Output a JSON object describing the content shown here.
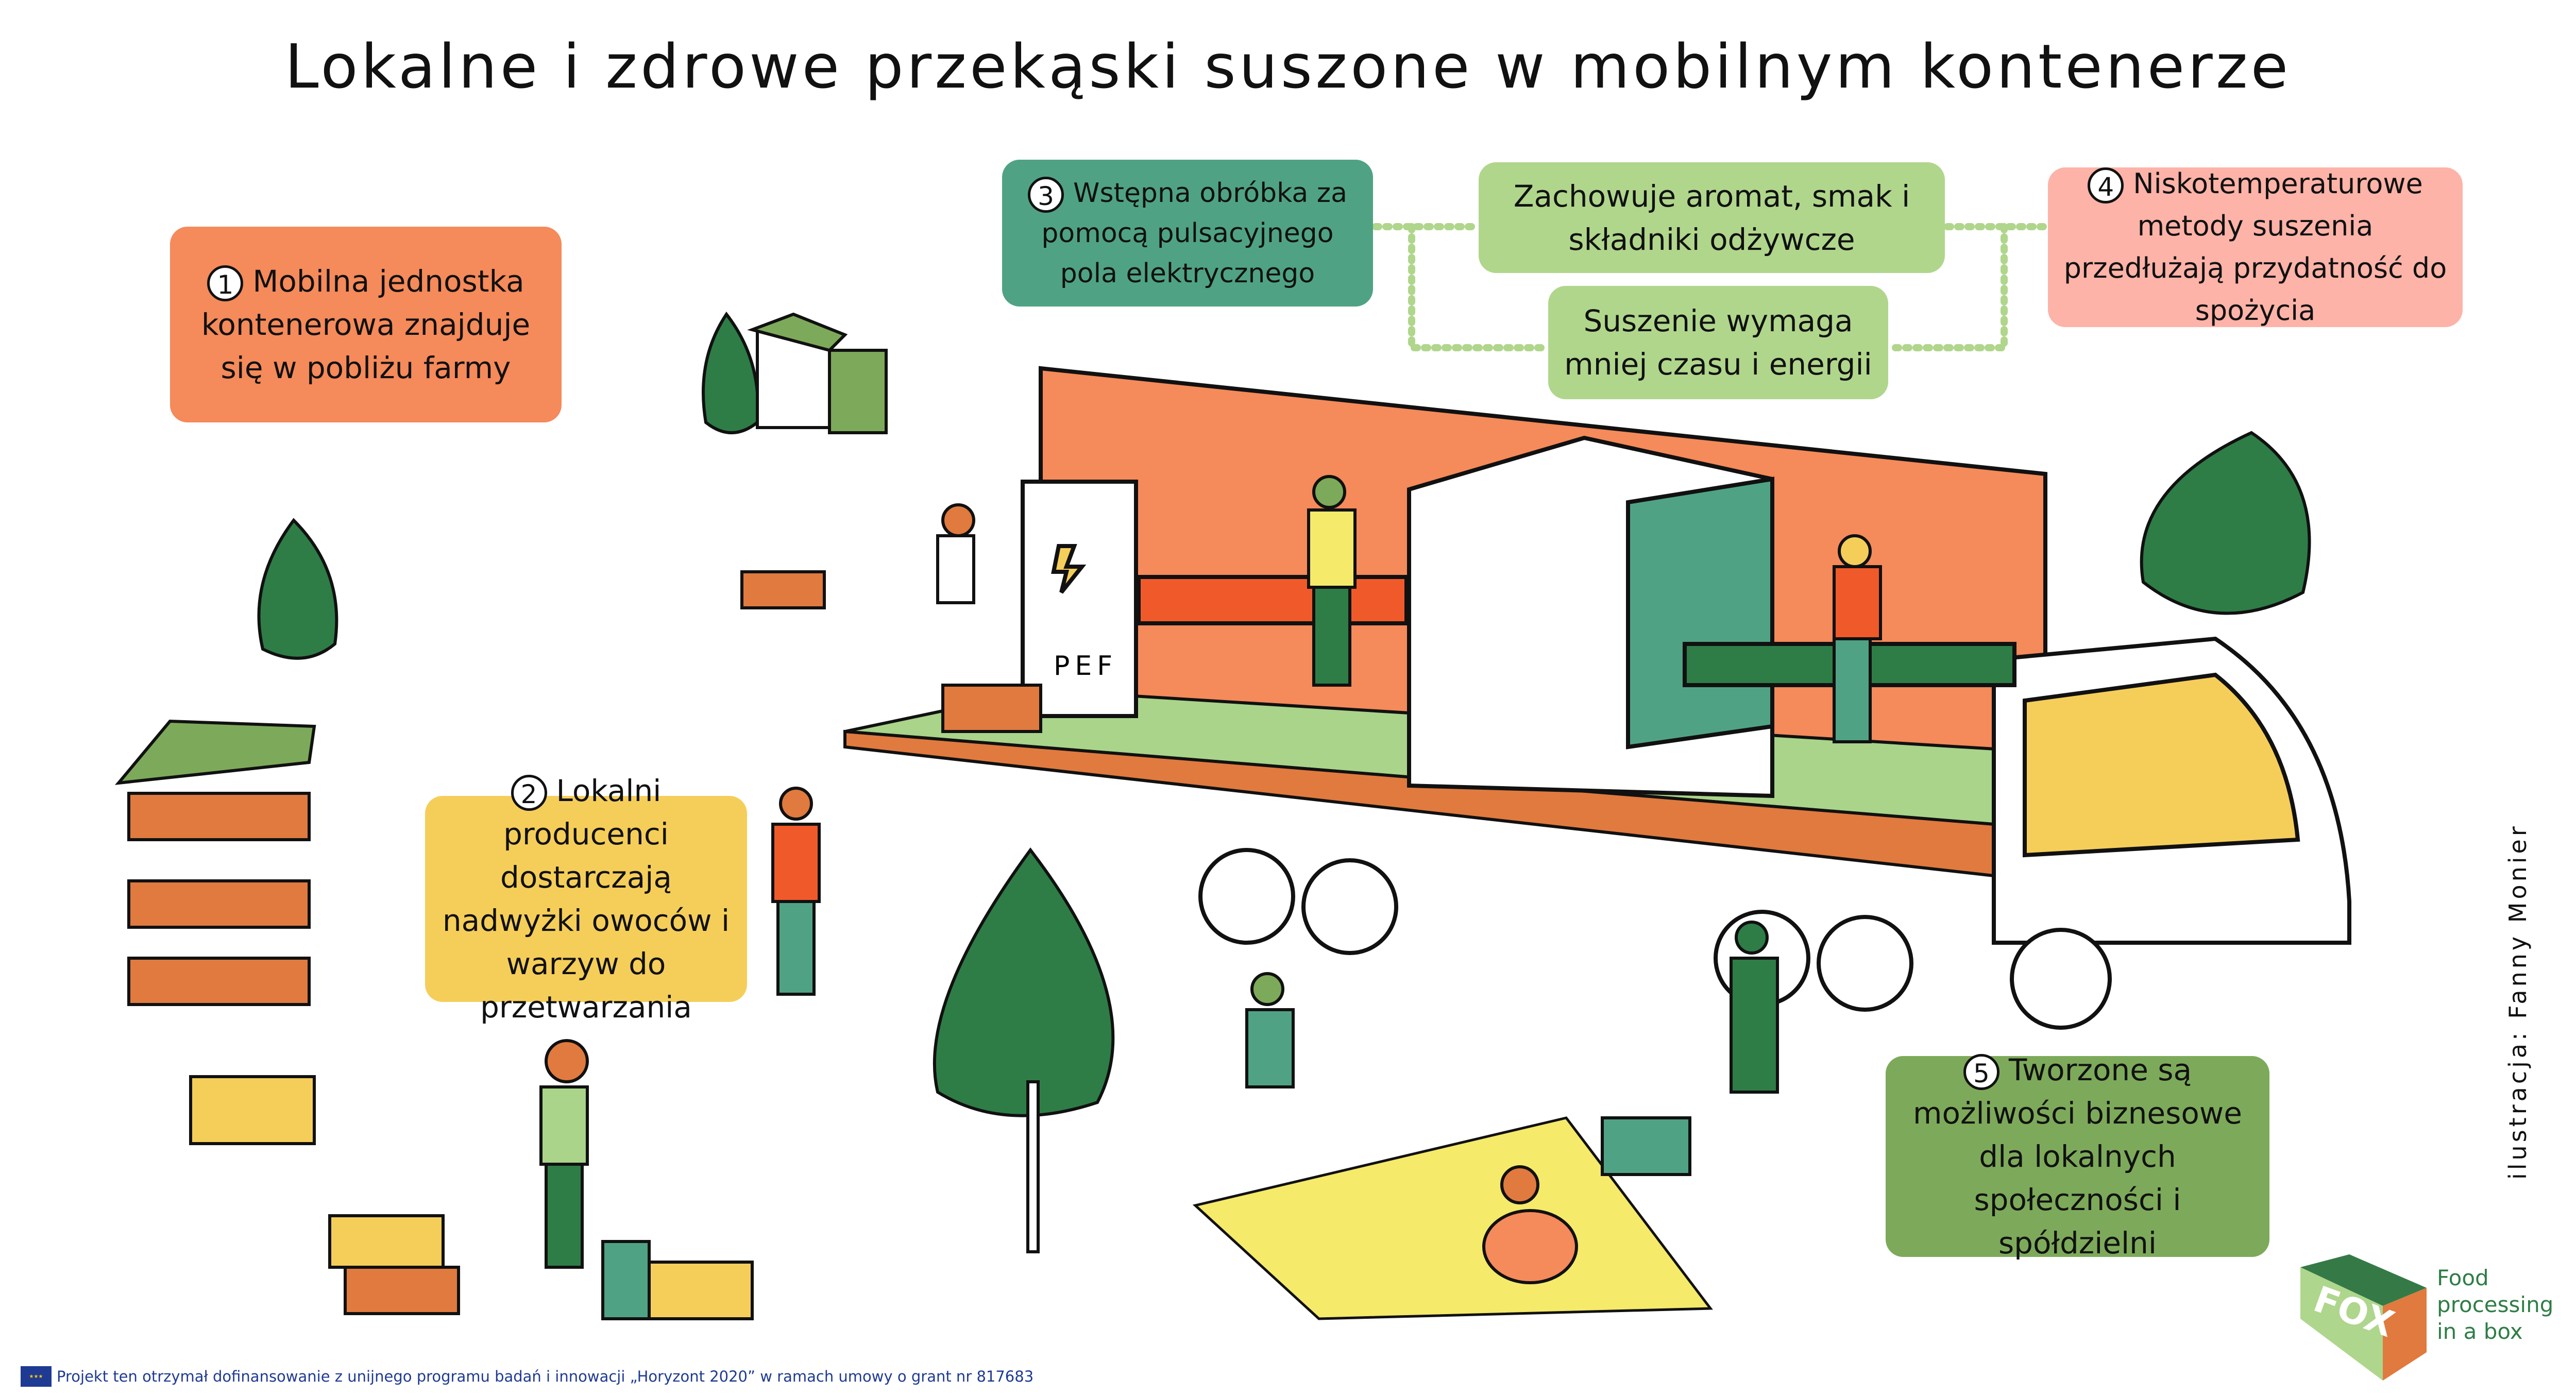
{
  "title": "Lokalne i zdrowe przekąski suszone w mobilnym kontenerze",
  "steps": [
    {
      "number": "1",
      "text": "Mobilna jednostka kontenerowa znajduje się w pobliżu farmy"
    },
    {
      "number": "2",
      "text": "Lokalni producenci dostarczają nadwyżki owoców i warzyw do przetwarzania"
    },
    {
      "number": "3",
      "text": "Wstępna obróbka za pomocą pulsacyjnego pola elektrycznego"
    },
    {
      "number": "4",
      "text": "Niskotemperaturowe metody suszenia przedłużają przydatność do spożycia"
    },
    {
      "number": "5",
      "text": "Tworzone są możliwości biznesowe dla lokalnych społeczności i spółdzielni"
    }
  ],
  "benefits": [
    "Zachowuje aromat, smak i składniki odżywcze",
    "Suszenie wymaga mniej czasu i energii"
  ],
  "machine_label": "PEF",
  "credit": "ilustracja: Fanny Monier",
  "footer": "Projekt ten otrzymał dofinansowanie z unijnego programu badań i innowacji „Horyzont 2020” w ramach umowy o grant nr 817683",
  "logo": {
    "letters": "FOX",
    "text": "Food processing in a box"
  },
  "colors": {
    "orange": "#F58A5A",
    "yellow": "#F5CE5A",
    "teal": "#4FA384",
    "light_green": "#B0D68C",
    "pink": "#FDB3A8",
    "green": "#7DAA5A",
    "eu_blue": "#1F3A93"
  }
}
